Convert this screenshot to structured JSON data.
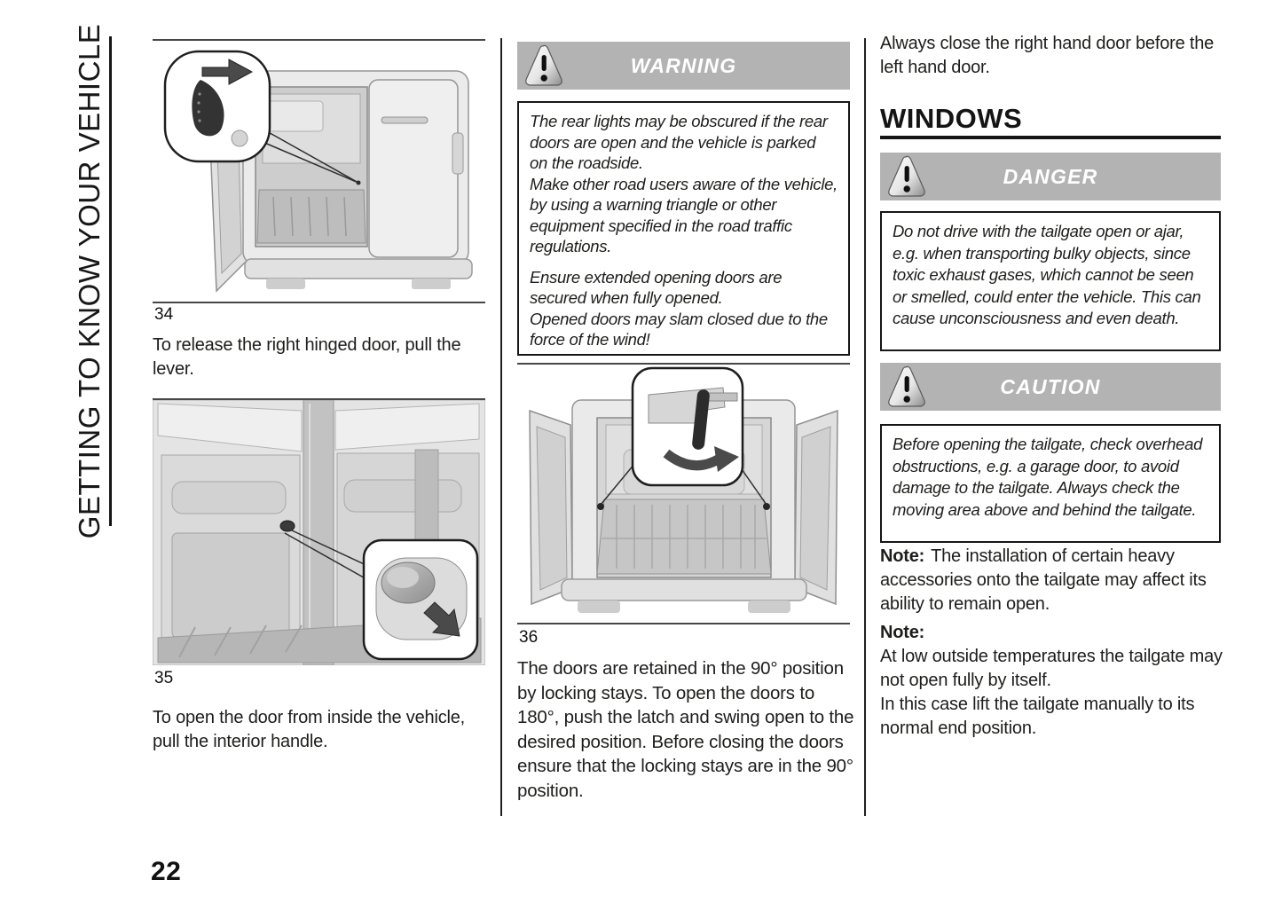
{
  "sidebar": {
    "title": "GETTING TO KNOW YOUR VEHICLE"
  },
  "page": {
    "number": "22"
  },
  "colors": {
    "band_gray": "#b3b3b3",
    "text": "#1d1d1b",
    "rule_black": "#151515"
  },
  "icons": {
    "warning_triangle": "rounded triangle with exclamation mark"
  },
  "left": {
    "fig34_caption": "34",
    "para1": "To release the right hinged door, pull the lever.",
    "fig35_caption": "35",
    "para2": "To open the door from inside the vehicle, pull the interior handle."
  },
  "middle": {
    "warning_label": "WARNING",
    "warning_l1": "The rear lights may be obscured if the rear doors are open and the vehicle is parked on the roadside.",
    "warning_l2": "Make other road users aware of the vehicle, by using a warning triangle or other equipment specified in the road traffic regulations.",
    "warning_l3": "Ensure extended opening doors are secured when fully opened.",
    "warning_l4": "Opened doors may slam closed due to the force of the wind!",
    "fig36_caption": "36",
    "para": "The doors are retained in the 90° position by locking stays. To open the doors to 180°, push the latch and swing open to the desired position. Before closing the doors ensure that the locking stays are in the 90° position."
  },
  "right": {
    "para_top": "Always close the right hand door before the left hand door.",
    "section_title": "WINDOWS",
    "danger_label": "DANGER",
    "danger_text": "Do not drive with the tailgate open or ajar, e.g. when transporting bulky objects, since toxic exhaust gases, which cannot be seen or smelled, could enter the vehicle. This can cause unconsciousness and even death.",
    "caution_label": "CAUTION",
    "caution_text": "Before opening the tailgate, check overhead obstructions, e.g. a garage door, to avoid damage to the tailgate. Always check the moving area above and behind the tailgate.",
    "note1_label": "Note:",
    "note1_text": "The installation of certain heavy accessories onto the tailgate may affect its ability to remain open.",
    "note2_label": "Note:",
    "note2_line1": "At low outside temperatures the tailgate may not open fully by itself.",
    "note2_line2": "In this case lift the tailgate manually to its normal end position."
  }
}
